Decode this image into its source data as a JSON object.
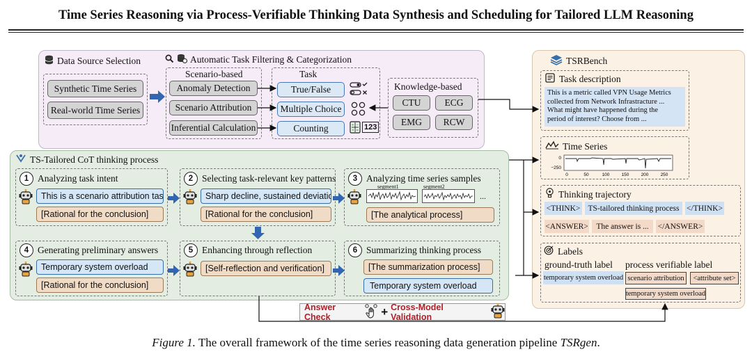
{
  "title": "Time Series Reasoning via Process-Verifiable Thinking Data Synthesis and Scheduling for Tailored LLM Reasoning",
  "caption": {
    "prefix": "Figure 1.",
    "text": " The overall framework of the time series reasoning data generation pipeline ",
    "name": "TSRgen",
    "suffix": "."
  },
  "data_source": {
    "header": "Data Source Selection",
    "items": [
      "Synthetic Time Series",
      "Real-world Time Series"
    ]
  },
  "filtering": {
    "header": "Automatic Task  Filtering & Categorization",
    "scenario_header": "Scenario-based",
    "scenarios": [
      "Anomaly Detection",
      "Scenario Attribution",
      "Inferential Calculation"
    ],
    "task_header": "Task",
    "tasks": [
      "True/False",
      "Multiple Choice",
      "Counting"
    ],
    "counting_icon": "123"
  },
  "knowledge": {
    "header": "Knowledge-based",
    "items": [
      "CTU",
      "ECG",
      "EMG",
      "RCW"
    ]
  },
  "cot": {
    "header": "TS-Tailored CoT thinking process",
    "steps": [
      {
        "num": "1",
        "title": "Analyzing task intent",
        "blue": "This is a scenario attribution task.",
        "tan": "[Rational for the conclusion]"
      },
      {
        "num": "2",
        "title": "Selecting task-relevant key patterns",
        "blue": "Sharp decline, sustained deviation...",
        "tan": "[Rational for the conclusion]"
      },
      {
        "num": "3",
        "title": "Analyzing time series samples",
        "seg1": "segment1",
        "seg2": "segment2",
        "ellipsis": "...",
        "tan": "[The analytical process]"
      },
      {
        "num": "4",
        "title": "Generating preliminary answers",
        "blue": "Temporary system overload",
        "tan": "[Rational for the conclusion]"
      },
      {
        "num": "5",
        "title": "Enhancing through reflection",
        "tan": "[Self-reflection and verification]"
      },
      {
        "num": "6",
        "title": "Summarizing thinking process",
        "tan": "[The summarization process]",
        "blue": "Temporary system overload"
      }
    ]
  },
  "check": {
    "answer": "Answer Check",
    "plus": "+",
    "cross": "Cross-Model Validation"
  },
  "tsrbench": {
    "header": "TSRBench",
    "task_desc": {
      "header": "Task description",
      "text": [
        "This is a metric called VPN Usage Metrics",
        "collected from Network Infrastracture ...",
        "What might have happened during the",
        "period of interest? Choose from ..."
      ]
    },
    "time_series": {
      "header": "Time Series",
      "yticks": [
        "0",
        "−250"
      ],
      "xticks": [
        "0",
        "50",
        "100",
        "150",
        "200",
        "250"
      ]
    },
    "thinking": {
      "header": "Thinking trajectory",
      "row1": [
        "<THINK>",
        "TS-tailored thinking process",
        "</THINK>"
      ],
      "row2": [
        "<ANSWER>",
        "The answer is ...",
        "</ANSWER>"
      ]
    },
    "labels": {
      "header": "Labels",
      "gt_header": "ground-truth label",
      "pv_header": "process verifiable label",
      "gt": "temporary system overload",
      "pv": [
        "scenario attribution",
        "<attribute set>",
        "temporary system overload"
      ]
    }
  }
}
